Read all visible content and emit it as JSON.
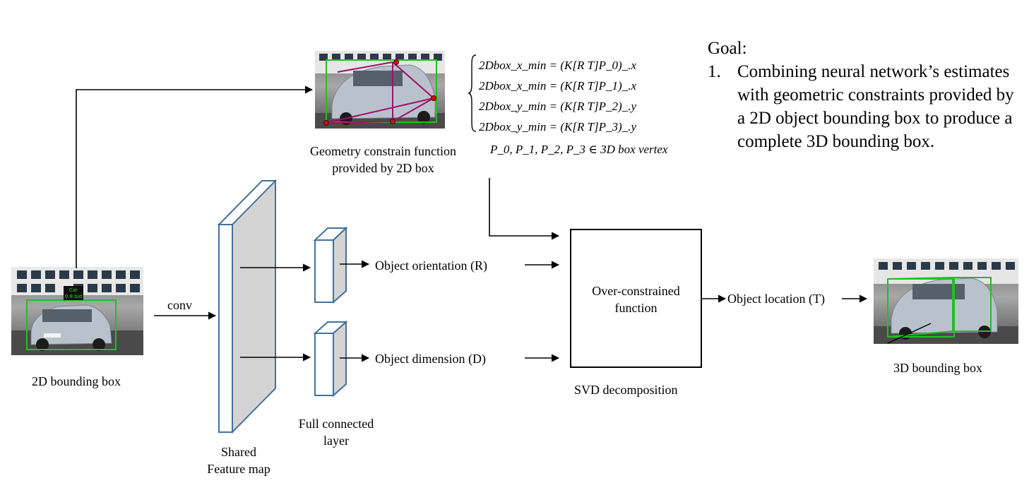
{
  "labels": {
    "bbox2d": "2D bounding box",
    "conv": "conv",
    "shared_line1": "Shared",
    "shared_line2": "Feature map",
    "fc_line1": "Full connected",
    "fc_line2": "layer",
    "orientation": "Object orientation (R)",
    "dimension": "Object dimension (D)",
    "geom_line1": "Geometry constrain function",
    "geom_line2": "provided by 2D box",
    "overcon_line1": "Over-constrained",
    "overcon_line2": "function",
    "svd": "SVD decomposition",
    "location": "Object location (T)",
    "bbox3d": "3D bounding box"
  },
  "equations": [
    "2Dbox_x_min = (K[R T]P_0)_.x",
    "2Dbox_x_min = (K[R T]P_1)_.x",
    "2Dbox_y_min = (K[R T]P_2)_.y",
    "2Dbox_y_min = (K[R T]P_3)_.y"
  ],
  "vertex_note": "P_0, P_1, P_2, P_3 ∈ 3D box vertex",
  "goal": {
    "heading": "Goal:",
    "items": [
      {
        "num": "1.",
        "text": "Combining neural network’s estimates with geometric constraints provided by a 2D object bounding box to produce a complete 3D bounding box."
      }
    ]
  },
  "photo_tag": {
    "line1": "Car",
    "line2": "0.8 bid"
  },
  "colors": {
    "bbox_green": "#22c022",
    "magenta": "#a0106a",
    "feature_fill": "#d4d4d4",
    "block_stroke": "#41719c"
  }
}
